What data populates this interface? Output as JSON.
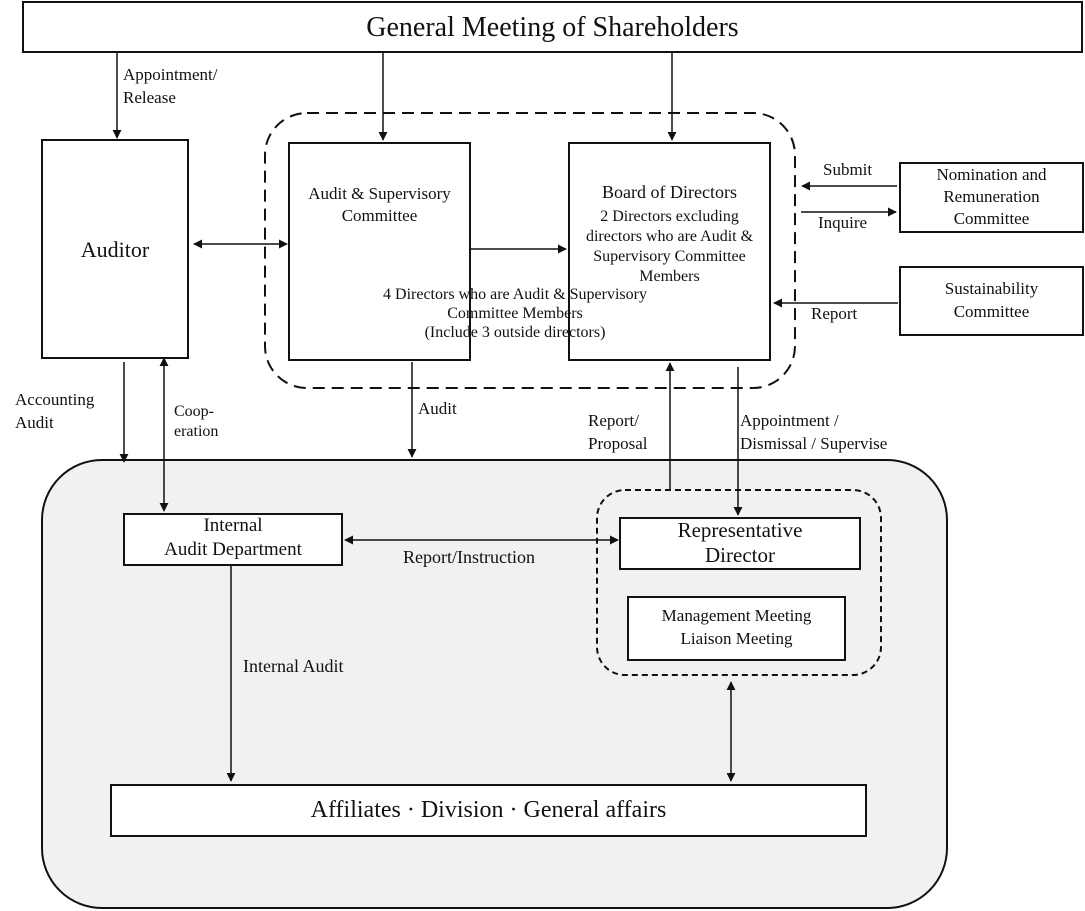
{
  "title": "General Meeting of Shareholders",
  "auditor": {
    "label": "Auditor"
  },
  "audit_committee": {
    "title_line1": "Audit & Supervisory",
    "title_line2": "Committee",
    "members_line1": "4 Directors who are Audit & Supervisory",
    "members_line2": "Committee Members",
    "members_line3": "(Include 3 outside directors)"
  },
  "board": {
    "title": "Board of Directors",
    "line1": "2 Directors excluding",
    "line2": "directors who are Audit &",
    "line3": "Supervisory Committee",
    "line4": "Members"
  },
  "nomination": {
    "line1": "Nomination and",
    "line2": "Remuneration",
    "line3": "Committee"
  },
  "sustainability": {
    "line1": "Sustainability",
    "line2": "Committee"
  },
  "internal_audit_dept": {
    "line1": "Internal",
    "line2": "Audit Department"
  },
  "representative_director": {
    "line1": "Representative",
    "line2": "Director"
  },
  "management_meeting": {
    "line1": "Management Meeting",
    "line2": "Liaison Meeting"
  },
  "affiliates": {
    "label": "Affiliates · Division · General affairs"
  },
  "edges": {
    "appointment_release_1": "Appointment/",
    "appointment_release_2": "Release",
    "submit": "Submit",
    "inquire": "Inquire",
    "report": "Report",
    "accounting_audit_1": "Accounting",
    "accounting_audit_2": "Audit",
    "cooperation_1": "Coop-",
    "cooperation_2": "eration",
    "audit": "Audit",
    "report_proposal_1": "Report/",
    "report_proposal_2": "Proposal",
    "appointment_dismissal_1": "Appointment /",
    "appointment_dismissal_2": "Dismissal / Supervise",
    "report_instruction": "Report/Instruction",
    "internal_audit": "Internal Audit"
  }
}
